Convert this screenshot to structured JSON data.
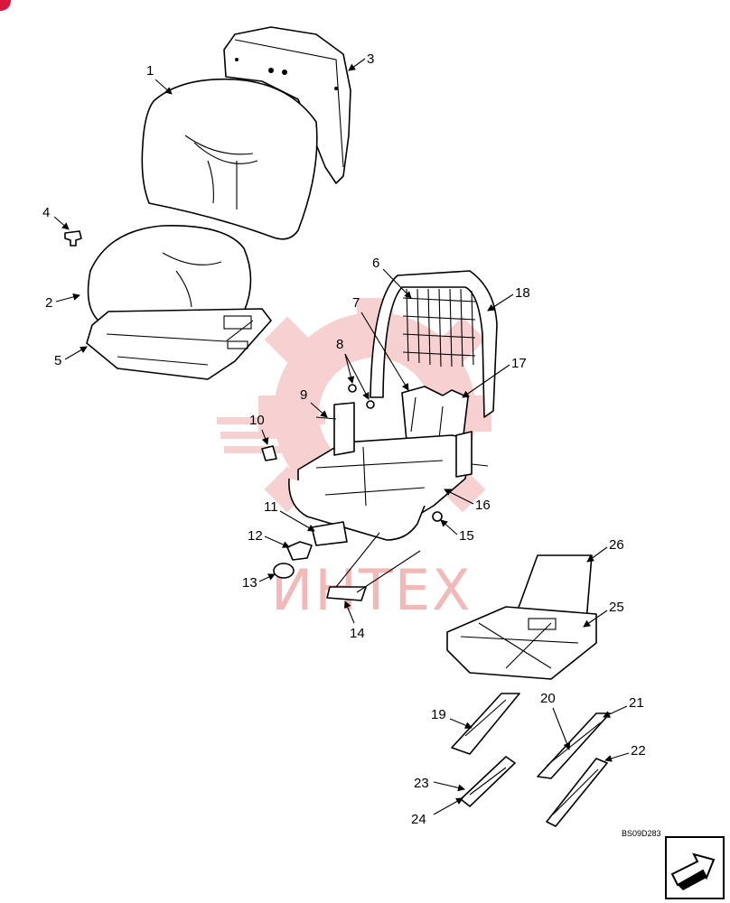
{
  "diagram": {
    "labels": [
      "1",
      "2",
      "3",
      "4",
      "5",
      "6",
      "7",
      "8",
      "9",
      "10",
      "11",
      "12",
      "13",
      "14",
      "15",
      "16",
      "17",
      "18",
      "19",
      "20",
      "21",
      "22",
      "23",
      "24",
      "25",
      "26"
    ],
    "drawing_code": "BS09D283",
    "watermark_text": "ИНТЕХ",
    "watermark_color": "#f3b9b9",
    "badge_color": "#d9173c",
    "nav_icon": "next-page-arrow-icon"
  }
}
